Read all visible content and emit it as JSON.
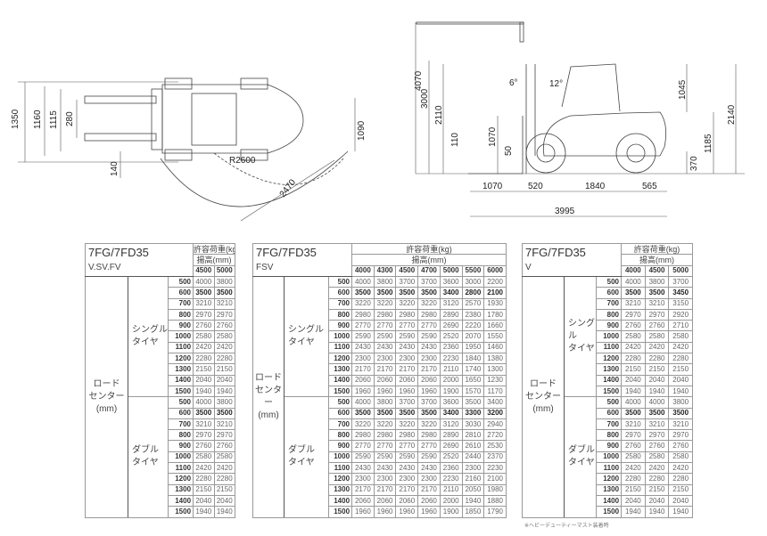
{
  "drawings": {
    "top_view": {
      "d1350": "1350",
      "d1160": "1160",
      "d1115": "1115",
      "d280": "280",
      "d1090": "1090",
      "d140": "140",
      "r2600": "R2600",
      "d2470": "2470"
    },
    "side_view": {
      "d4070": "4070",
      "d3000": "3000",
      "d2110": "2110",
      "d110": "110",
      "d1070v": "1070",
      "d50": "50",
      "tilt_fwd": "6°",
      "tilt_back": "12°",
      "d1045": "1045",
      "d2140": "2140",
      "d1185": "1185",
      "d370": "370",
      "d1070h": "1070",
      "d520": "520",
      "d1840": "1840",
      "d565": "565",
      "d3995": "3995"
    }
  },
  "tables": [
    {
      "title": "7FG/7FD35",
      "subtitle": "V.SV.FV",
      "load_label": "許容荷重(kg)",
      "height_label": "揚高(mm)",
      "heights": [
        "4500",
        "5000"
      ],
      "row_label": "ロード\nセンター\n(mm)",
      "groups": [
        {
          "label": "シングル\nタイヤ",
          "rows": [
            [
              "500",
              "4000",
              "3800"
            ],
            [
              "600",
              "3500",
              "3500"
            ],
            [
              "700",
              "3210",
              "3210"
            ],
            [
              "800",
              "2970",
              "2970"
            ],
            [
              "900",
              "2760",
              "2760"
            ],
            [
              "1000",
              "2580",
              "2580"
            ],
            [
              "1100",
              "2420",
              "2420"
            ],
            [
              "1200",
              "2280",
              "2280"
            ],
            [
              "1300",
              "2150",
              "2150"
            ],
            [
              "1400",
              "2040",
              "2040"
            ],
            [
              "1500",
              "1940",
              "1940"
            ]
          ]
        },
        {
          "label": "ダブル\nタイヤ",
          "rows": [
            [
              "500",
              "4000",
              "3800"
            ],
            [
              "600",
              "3500",
              "3500"
            ],
            [
              "700",
              "3210",
              "3210"
            ],
            [
              "800",
              "2970",
              "2970"
            ],
            [
              "900",
              "2760",
              "2760"
            ],
            [
              "1000",
              "2580",
              "2580"
            ],
            [
              "1100",
              "2420",
              "2420"
            ],
            [
              "1200",
              "2280",
              "2280"
            ],
            [
              "1300",
              "2150",
              "2150"
            ],
            [
              "1400",
              "2040",
              "2040"
            ],
            [
              "1500",
              "1940",
              "1940"
            ]
          ]
        }
      ]
    },
    {
      "title": "7FG/7FD35",
      "subtitle": "FSV",
      "load_label": "許容荷重(kg)",
      "height_label": "揚高(mm)",
      "heights": [
        "4000",
        "4300",
        "4500",
        "4700",
        "5000",
        "5500",
        "6000"
      ],
      "row_label": "ロード\nセンター\n(mm)",
      "groups": [
        {
          "label": "シングル\nタイヤ",
          "rows": [
            [
              "500",
              "4000",
              "3800",
              "3700",
              "3700",
              "3600",
              "3000",
              "2200"
            ],
            [
              "600",
              "3500",
              "3500",
              "3500",
              "3500",
              "3400",
              "2800",
              "2100"
            ],
            [
              "700",
              "3220",
              "3220",
              "3220",
              "3220",
              "3120",
              "2570",
              "1930"
            ],
            [
              "800",
              "2980",
              "2980",
              "2980",
              "2980",
              "2890",
              "2380",
              "1780"
            ],
            [
              "900",
              "2770",
              "2770",
              "2770",
              "2770",
              "2690",
              "2220",
              "1660"
            ],
            [
              "1000",
              "2590",
              "2590",
              "2590",
              "2590",
              "2520",
              "2070",
              "1550"
            ],
            [
              "1100",
              "2430",
              "2430",
              "2430",
              "2430",
              "2360",
              "1950",
              "1460"
            ],
            [
              "1200",
              "2300",
              "2300",
              "2300",
              "2300",
              "2230",
              "1840",
              "1380"
            ],
            [
              "1300",
              "2170",
              "2170",
              "2170",
              "2170",
              "2110",
              "1740",
              "1300"
            ],
            [
              "1400",
              "2060",
              "2060",
              "2060",
              "2060",
              "2000",
              "1650",
              "1230"
            ],
            [
              "1500",
              "1960",
              "1960",
              "1960",
              "1960",
              "1900",
              "1570",
              "1170"
            ]
          ]
        },
        {
          "label": "ダブル\nタイヤ",
          "rows": [
            [
              "500",
              "4000",
              "3800",
              "3700",
              "3700",
              "3600",
              "3500",
              "3400"
            ],
            [
              "600",
              "3500",
              "3500",
              "3500",
              "3500",
              "3400",
              "3300",
              "3200"
            ],
            [
              "700",
              "3220",
              "3220",
              "3220",
              "3220",
              "3120",
              "3030",
              "2940"
            ],
            [
              "800",
              "2980",
              "2980",
              "2980",
              "2980",
              "2890",
              "2810",
              "2720"
            ],
            [
              "900",
              "2770",
              "2770",
              "2770",
              "2770",
              "2690",
              "2610",
              "2530"
            ],
            [
              "1000",
              "2590",
              "2590",
              "2590",
              "2590",
              "2520",
              "2440",
              "2370"
            ],
            [
              "1100",
              "2430",
              "2430",
              "2430",
              "2430",
              "2360",
              "2300",
              "2230"
            ],
            [
              "1200",
              "2300",
              "2300",
              "2300",
              "2300",
              "2230",
              "2160",
              "2100"
            ],
            [
              "1300",
              "2170",
              "2170",
              "2170",
              "2170",
              "2110",
              "2050",
              "1980"
            ],
            [
              "1400",
              "2060",
              "2060",
              "2060",
              "2060",
              "2000",
              "1940",
              "1880"
            ],
            [
              "1500",
              "1960",
              "1960",
              "1960",
              "1960",
              "1900",
              "1850",
              "1790"
            ]
          ]
        }
      ]
    },
    {
      "title": "7FG/7FD35",
      "subtitle": "V",
      "load_label": "許容荷重(kg)",
      "height_label": "揚高(mm)",
      "heights": [
        "4000",
        "4500",
        "5000"
      ],
      "row_label": "ロード\nセンター\n(mm)",
      "groups": [
        {
          "label": "シングル\nタイヤ",
          "rows": [
            [
              "500",
              "4000",
              "3800",
              "3700"
            ],
            [
              "600",
              "3500",
              "3500",
              "3450"
            ],
            [
              "700",
              "3210",
              "3210",
              "3150"
            ],
            [
              "800",
              "2970",
              "2970",
              "2920"
            ],
            [
              "900",
              "2760",
              "2760",
              "2710"
            ],
            [
              "1000",
              "2580",
              "2580",
              "2580"
            ],
            [
              "1100",
              "2420",
              "2420",
              "2420"
            ],
            [
              "1200",
              "2280",
              "2280",
              "2280"
            ],
            [
              "1300",
              "2150",
              "2150",
              "2150"
            ],
            [
              "1400",
              "2040",
              "2040",
              "2040"
            ],
            [
              "1500",
              "1940",
              "1940",
              "1940"
            ]
          ]
        },
        {
          "label": "ダブル\nタイヤ",
          "rows": [
            [
              "500",
              "4000",
              "4000",
              "3800"
            ],
            [
              "600",
              "3500",
              "3500",
              "3500"
            ],
            [
              "700",
              "3210",
              "3210",
              "3210"
            ],
            [
              "800",
              "2970",
              "2970",
              "2970"
            ],
            [
              "900",
              "2760",
              "2760",
              "2760"
            ],
            [
              "1000",
              "2580",
              "2580",
              "2580"
            ],
            [
              "1100",
              "2420",
              "2420",
              "2420"
            ],
            [
              "1200",
              "2280",
              "2280",
              "2280"
            ],
            [
              "1300",
              "2150",
              "2150",
              "2150"
            ],
            [
              "1400",
              "2040",
              "2040",
              "2040"
            ],
            [
              "1500",
              "1940",
              "1940",
              "1940"
            ]
          ]
        }
      ],
      "note": "※ヘビーデューティーマスト装着時"
    }
  ]
}
